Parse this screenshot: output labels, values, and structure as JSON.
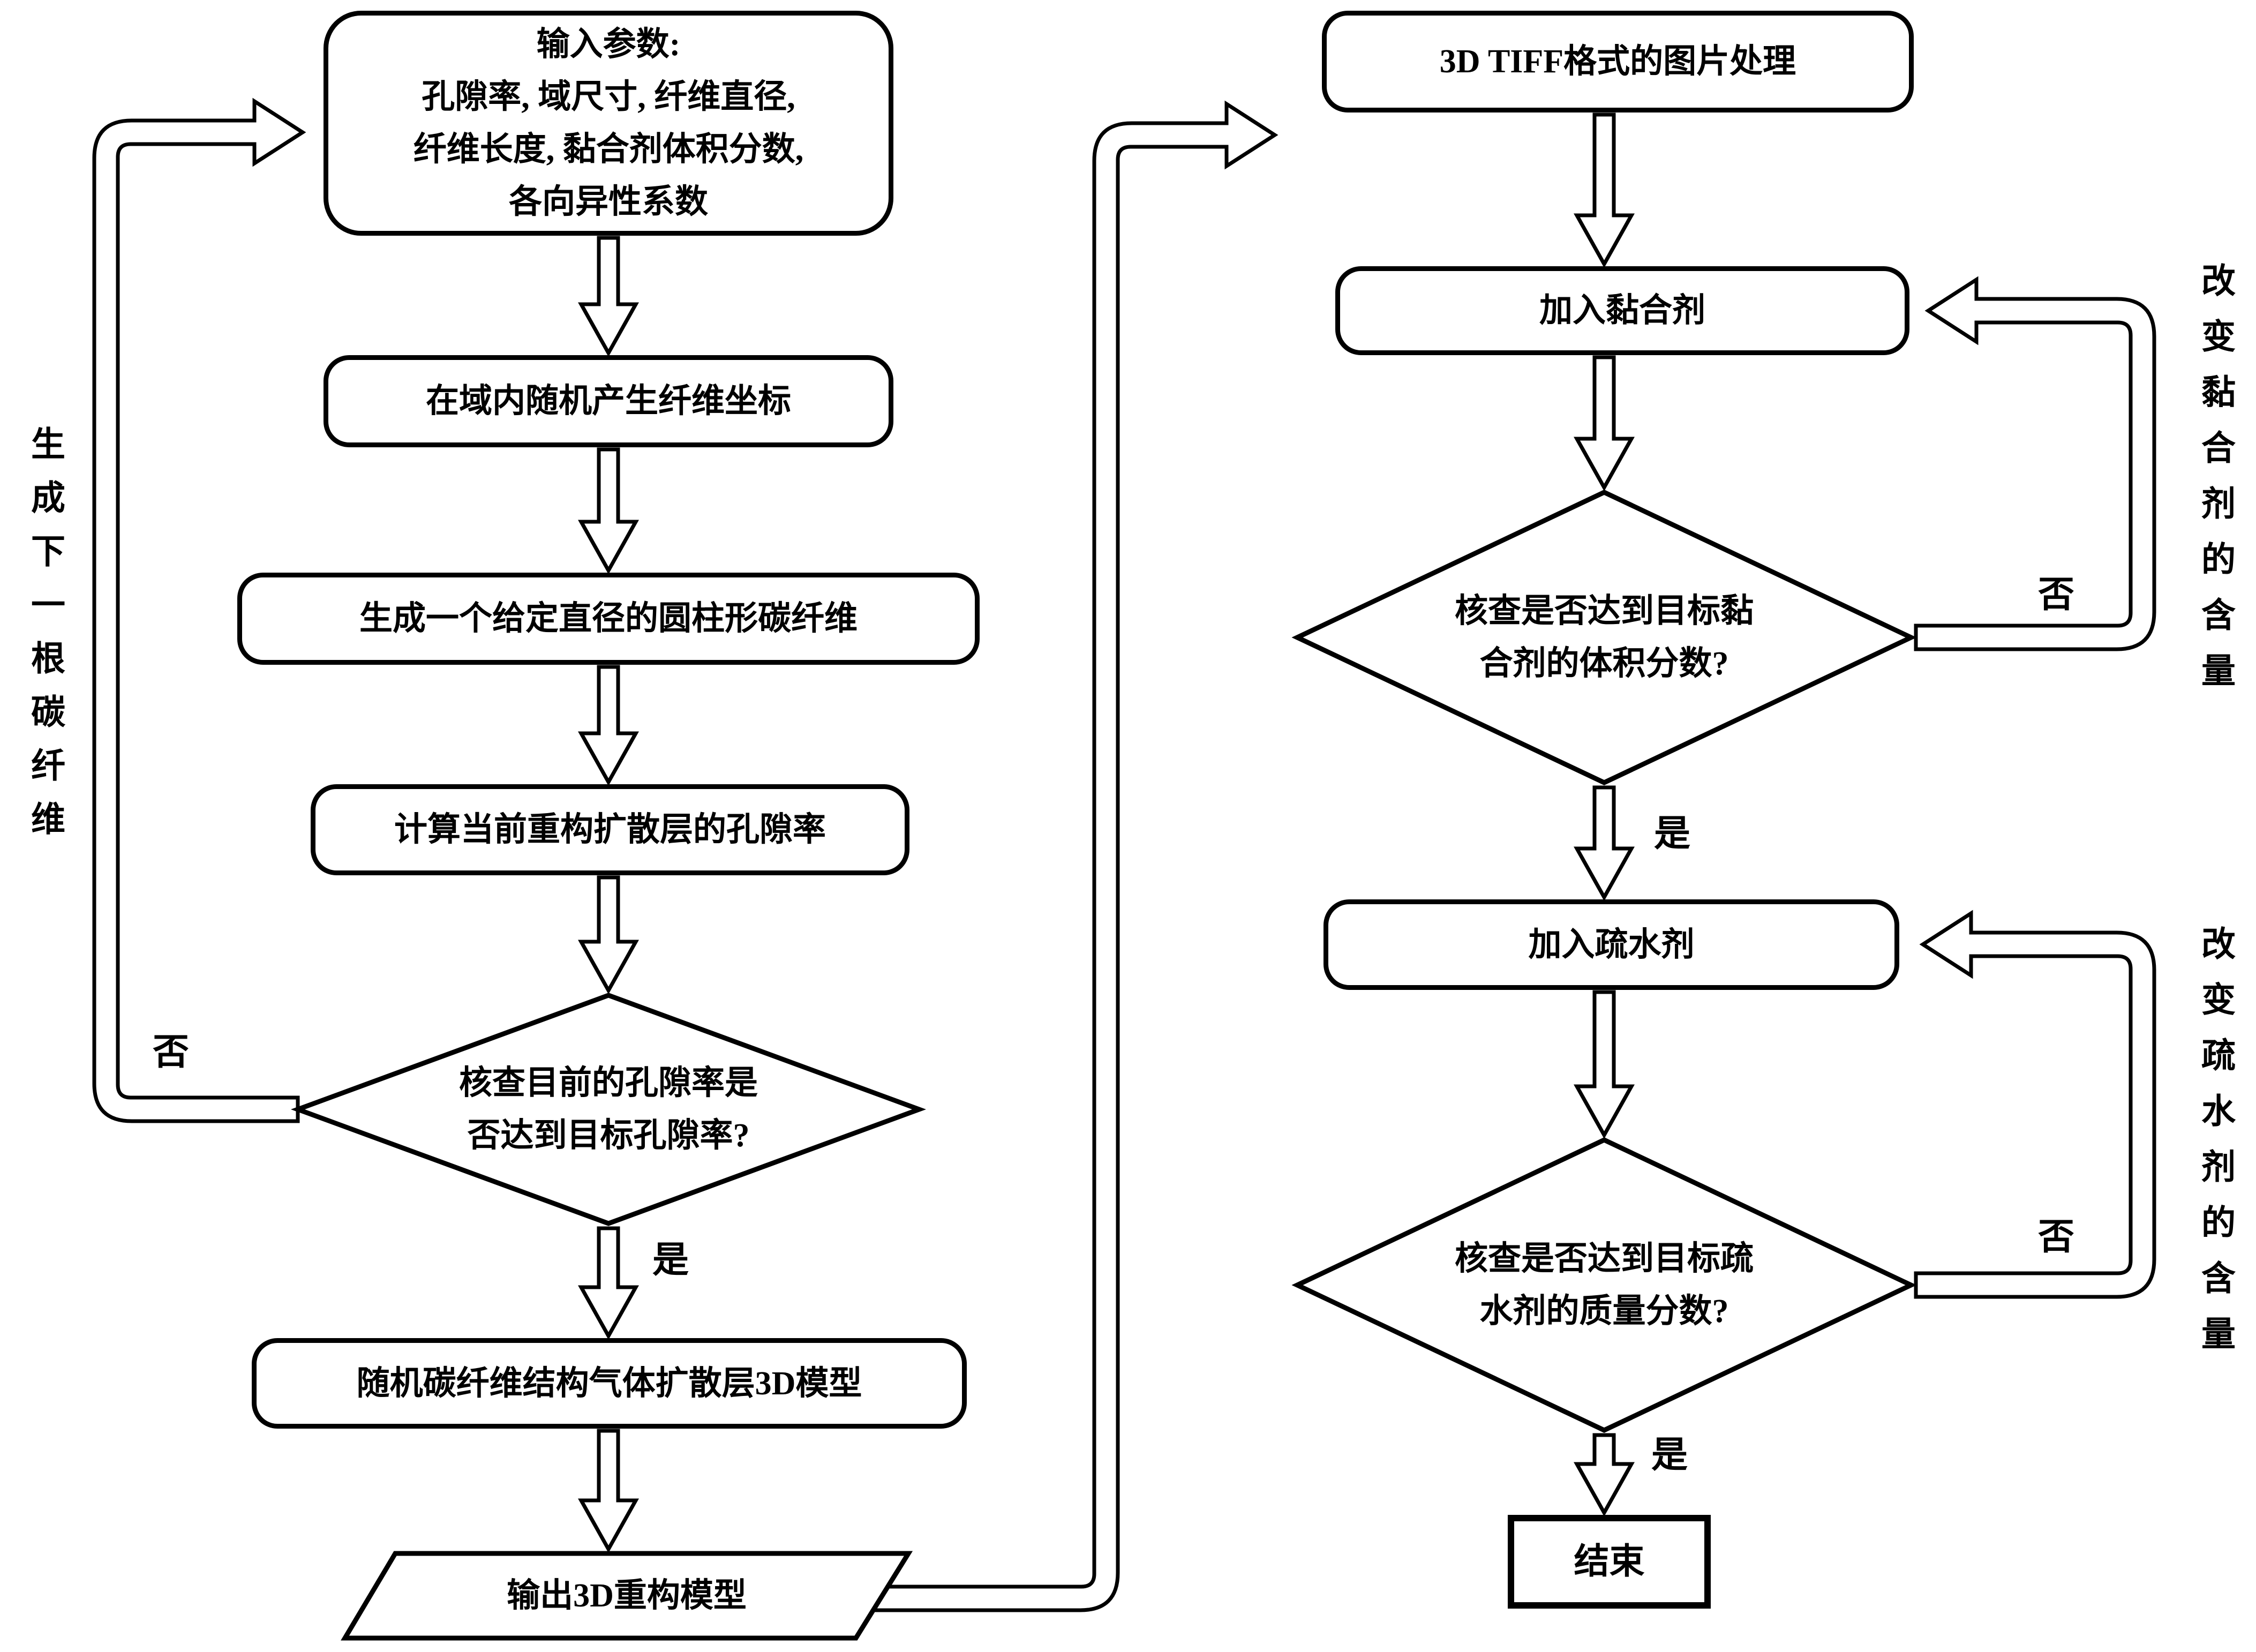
{
  "diagram": {
    "background": "#ffffff",
    "stroke_color": "#000000",
    "nodes": {
      "input": {
        "line1": "输入参数:",
        "line2": "孔隙率, 域尺寸, 纤维直径,",
        "line3": "纤维长度, 黏合剂体积分数,",
        "line4": "各向异性系数"
      },
      "gen_coords": {
        "label": "在域内随机产生纤维坐标"
      },
      "gen_fiber": {
        "label": "生成一个给定直径的圆柱形碳纤维"
      },
      "calc_porosity": {
        "label": "计算当前重构扩散层的孔隙率"
      },
      "check_porosity": {
        "line1": "核查目前的孔隙率是",
        "line2": "否达到目标孔隙率?"
      },
      "gdl_model": {
        "label": "随机碳纤维结构气体扩散层3D模型"
      },
      "output_model": {
        "label": "输出3D重构模型"
      },
      "tiff": {
        "label": "3D TIFF格式的图片处理"
      },
      "add_binder": {
        "label": "加入黏合剂"
      },
      "check_binder": {
        "line1": "核查是否达到目标黏",
        "line2": "合剂的体积分数?"
      },
      "add_hydrophobic": {
        "label": "加入疏水剂"
      },
      "check_hydrophobic": {
        "line1": "核查是否达到目标疏",
        "line2": "水剂的质量分数?"
      },
      "end": {
        "label": "结束"
      }
    },
    "edge_labels": {
      "porosity_no": "否",
      "porosity_yes": "是",
      "binder_no": "否",
      "binder_yes": "是",
      "hydrophobic_no": "否",
      "hydrophobic_yes": "是"
    },
    "side_notes": {
      "next_fiber": "生成下一根碳纤维",
      "change_binder": "改变黏合剂的含量",
      "change_hydrophobic": "改变疏水剂的含量"
    }
  }
}
